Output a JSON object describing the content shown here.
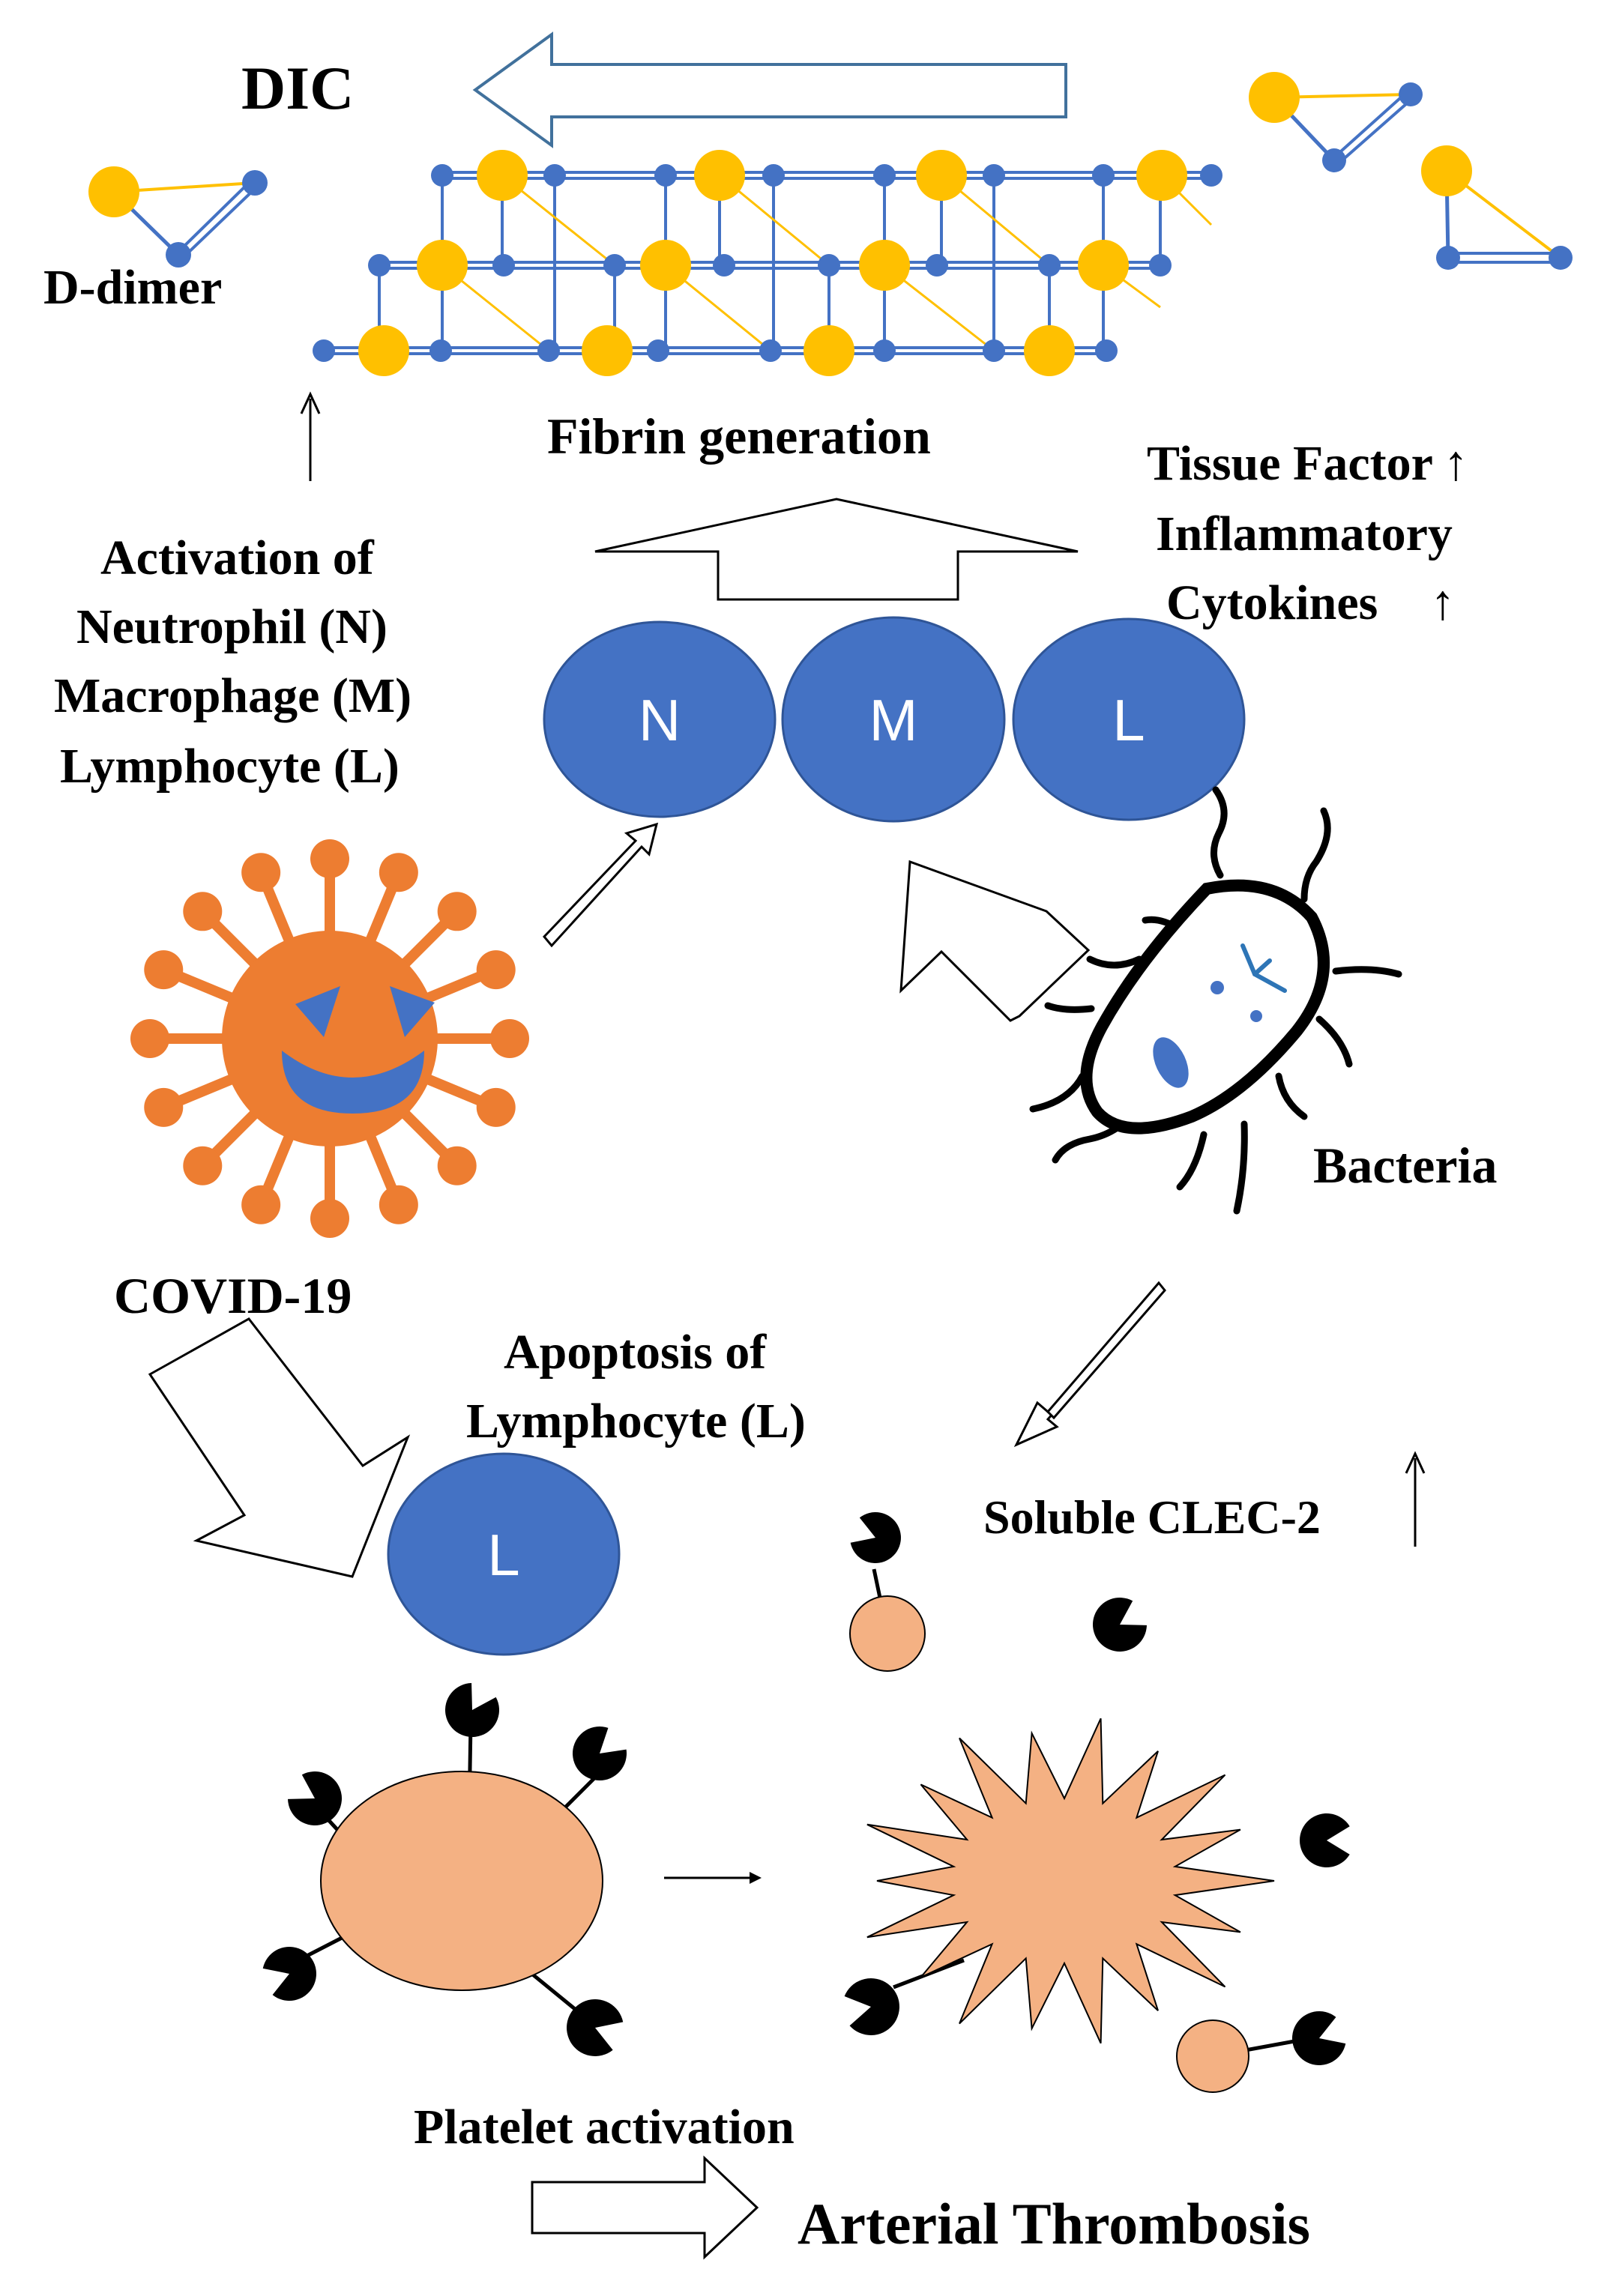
{
  "labels": {
    "dic": "DIC",
    "d_dimer": "D-dimer",
    "fibrin": "Fibrin generation",
    "tissue_factor": "Tissue Factor",
    "inflammatory": "Inflammatory",
    "cytokines": "Cytokines",
    "activation_line1": "Activation of",
    "activation_line2": "Neutrophil (N)",
    "activation_line3": "Macrophage (M)",
    "activation_line4": "Lymphocyte (L)",
    "covid": "COVID-19",
    "bacteria": "Bacteria",
    "apoptosis_line1": "Apoptosis  of",
    "apoptosis_line2": "Lymphocyte (L)",
    "soluble_clec2": "Soluble CLEC-2",
    "platelet_activation": "Platelet activation",
    "arterial_thrombosis": "Arterial Thrombosis",
    "up_arrow": "↑"
  },
  "cells": {
    "neutrophil": "N",
    "macrophage": "M",
    "lymphocyte": "L",
    "apoptotic_lymphocyte": "L"
  },
  "colors": {
    "cell_blue": "#4472c4",
    "fibrin_gold": "#ffc000",
    "fibrin_node": "#4472c4",
    "virus_orange": "#ed7d31",
    "platelet_peach": "#f4b183",
    "receptor_black": "#000000",
    "arrow_outline": "#41719c"
  },
  "icons": {
    "virus": "coronavirus-icon",
    "bacteria": "bacterium-icon",
    "platelet": "platelet-icon",
    "activated_platelet": "activated-platelet-icon",
    "clec2": "clec2-receptor-icon"
  }
}
